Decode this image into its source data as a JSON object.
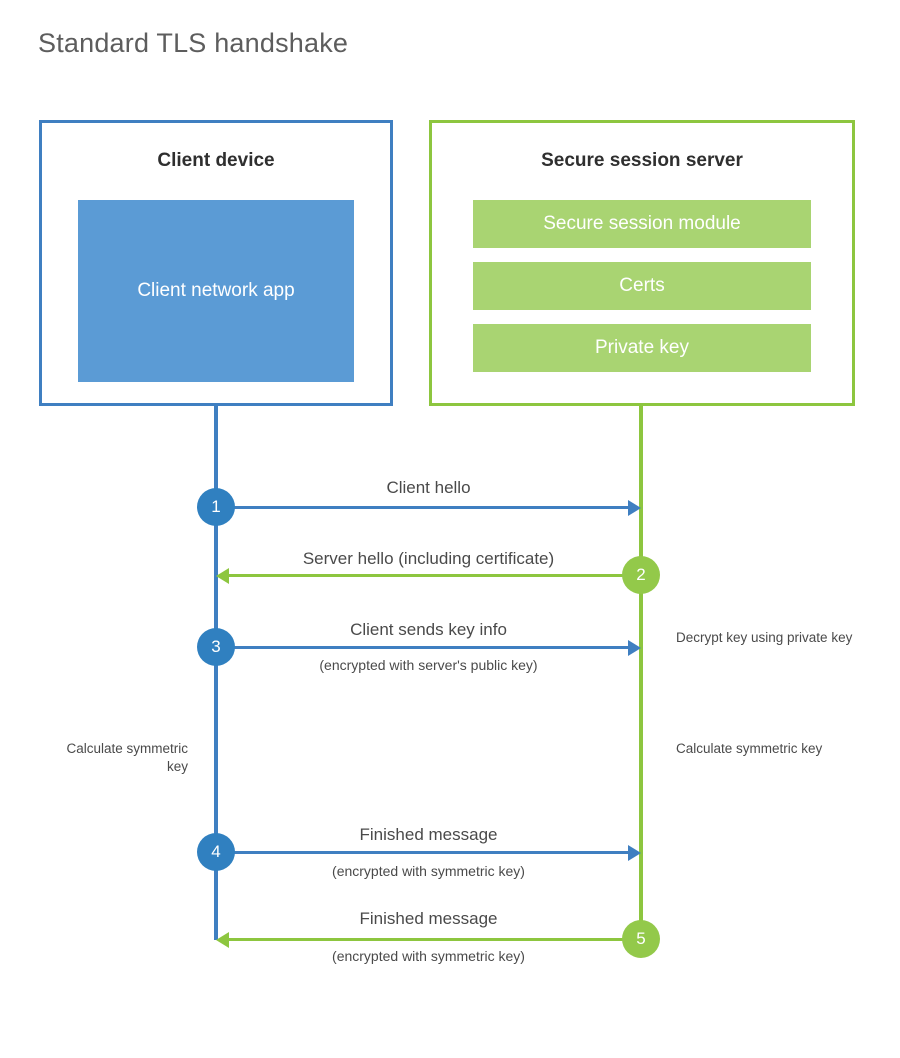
{
  "title": "Standard TLS handshake",
  "client": {
    "box_title": "Client device",
    "app_label": "Client network app",
    "border_color": "#3f7fc1",
    "app_fill": "#5b9bd5"
  },
  "server": {
    "box_title": "Secure session server",
    "border_color": "#8dc63f",
    "item_fill": "#a9d472",
    "items": [
      {
        "label": "Secure session module"
      },
      {
        "label": "Certs"
      },
      {
        "label": "Private key"
      }
    ]
  },
  "steps": [
    {
      "number": "1",
      "label": "Client hello",
      "sublabel": "",
      "direction": "client-to-server",
      "color": "#3080c0"
    },
    {
      "number": "2",
      "label": "Server hello (including certificate)",
      "sublabel": "",
      "direction": "server-to-client",
      "color": "#93c94a"
    },
    {
      "number": "3",
      "label": "Client sends key info",
      "sublabel": "(encrypted with server's public key)",
      "direction": "client-to-server",
      "color": "#3080c0"
    },
    {
      "number": "4",
      "label": "Finished message",
      "sublabel": "(encrypted with symmetric key)",
      "direction": "client-to-server",
      "color": "#3080c0"
    },
    {
      "number": "5",
      "label": "Finished message",
      "sublabel": "(encrypted with symmetric key)",
      "direction": "server-to-client",
      "color": "#93c94a"
    }
  ],
  "annotations": {
    "server_decrypt": "Decrypt key using private key",
    "client_calculate": "Calculate symmetric key",
    "server_calculate": "Calculate symmetric key"
  }
}
